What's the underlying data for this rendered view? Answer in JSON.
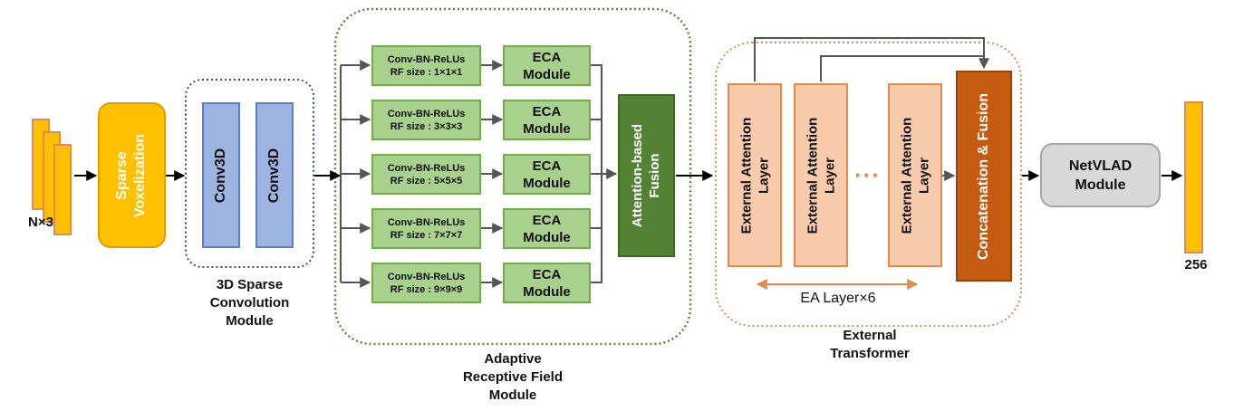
{
  "input": {
    "label": "N×3"
  },
  "sparse_voxelization": {
    "line1": "Sparse",
    "line2": "Voxelization"
  },
  "sparse_conv_module": {
    "conv_labels": [
      "Conv3D",
      "Conv3D"
    ],
    "title_lines": [
      "3D Sparse",
      "Convolution",
      "Module"
    ]
  },
  "arf_module": {
    "branches": [
      {
        "rf_line1": "Conv-BN-ReLUs",
        "rf_line2": "RF size : 1×1×1",
        "eca_line1": "ECA",
        "eca_line2": "Module"
      },
      {
        "rf_line1": "Conv-BN-ReLUs",
        "rf_line2": "RF size : 3×3×3",
        "eca_line1": "ECA",
        "eca_line2": "Module"
      },
      {
        "rf_line1": "Conv-BN-ReLUs",
        "rf_line2": "RF size : 5×5×5",
        "eca_line1": "ECA",
        "eca_line2": "Module"
      },
      {
        "rf_line1": "Conv-BN-ReLUs",
        "rf_line2": "RF size : 7×7×7",
        "eca_line1": "ECA",
        "eca_line2": "Module"
      },
      {
        "rf_line1": "Conv-BN-ReLUs",
        "rf_line2": "RF size : 9×9×9",
        "eca_line1": "ECA",
        "eca_line2": "Module"
      }
    ],
    "fusion_line1": "Attention-based",
    "fusion_line2": "Fusion",
    "title_lines": [
      "Adaptive",
      "Receptive Field",
      "Module"
    ]
  },
  "external_transformer": {
    "ea_layers": [
      {
        "line1": "External Attention",
        "line2": "Layer"
      },
      {
        "line1": "External Attention",
        "line2": "Layer"
      },
      {
        "line1": "External Attention",
        "line2": "Layer"
      }
    ],
    "dots": "···",
    "repeat_label": "EA Layer×6",
    "concat_label": "Concatenation & Fusion",
    "title_lines": [
      "External",
      "Transformer"
    ]
  },
  "netvlad": {
    "line1": "NetVLAD",
    "line2": "Module"
  },
  "output": {
    "label": "256"
  },
  "colors": {
    "sparse_fill": "#ffc000",
    "conv_fill": "#9db3e0",
    "arf_fill": "#a9d18e",
    "fusion_fill": "#548235",
    "ea_fill": "#f8cbad",
    "concat_fill": "#c55a11",
    "netvlad_fill": "#d9d9d9",
    "blue_dotted": "#2f4d8a",
    "green_dotted": "#5a8a2e",
    "orange_dotted": "#e58a4e"
  }
}
